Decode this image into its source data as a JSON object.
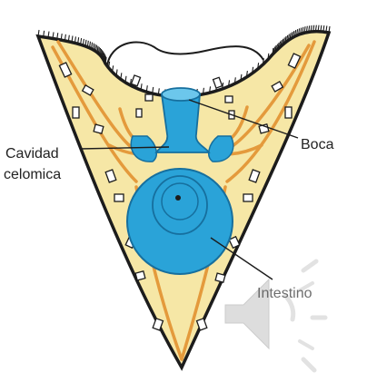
{
  "labels": {
    "cavidad_line1": "Cavidad",
    "cavidad_line2": "celomica",
    "boca": "Boca",
    "intestino": "Intestino"
  },
  "icons": {
    "audio": "speaker-icon"
  },
  "colors": {
    "body_fill": "#f6e7a6",
    "outline": "#1c1c1c",
    "mesentery": "#e49a3c",
    "digestive": "#2aa3d8",
    "digestive_dark": "#166f9e",
    "speaker": "#c8c8c8"
  }
}
